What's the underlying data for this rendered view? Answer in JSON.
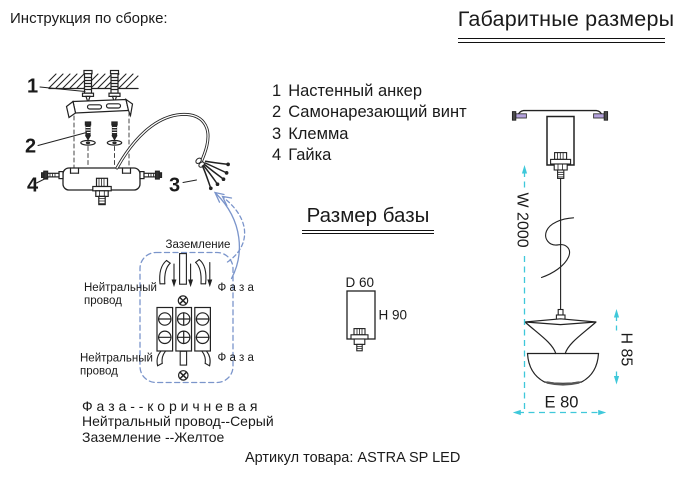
{
  "header": {
    "left_title": "Инструкция по сборке:",
    "right_title": "Габаритные размеры"
  },
  "legend": {
    "items": [
      {
        "num": "1",
        "label": "Настенный анкер"
      },
      {
        "num": "2",
        "label": "Самонарезающий винт"
      },
      {
        "num": "3",
        "label": "Клемма"
      },
      {
        "num": "4",
        "label": "Гайка"
      }
    ]
  },
  "assembly": {
    "markers": {
      "anchor": "1",
      "screw": "2",
      "terminal": "3",
      "nut": "4"
    }
  },
  "wiring": {
    "ground_label": "Заземление",
    "neutral_label_line1": "Нейтральный",
    "neutral_label_line2": "провод",
    "phase_label": "Ф а з а",
    "notes": {
      "phase": "Ф а з а - - к о р и ч н е в а я",
      "neutral": "Нейтральный провод--Серый",
      "ground": "Заземление --Желтое"
    }
  },
  "base_size": {
    "heading": "Размер базы",
    "diameter": "D 60",
    "height": "H 90"
  },
  "pendant": {
    "wire_length": "W 2000",
    "shade_height": "H 85",
    "shade_width": "E 80"
  },
  "footer": {
    "article": "Артикул товара: ASTRA SP LED"
  },
  "colors": {
    "ink": "#1f1f1f",
    "accent_blue": "#7b95cb",
    "accent_cyan": "#3fc8da",
    "accent_purple": "#b5a2de"
  }
}
